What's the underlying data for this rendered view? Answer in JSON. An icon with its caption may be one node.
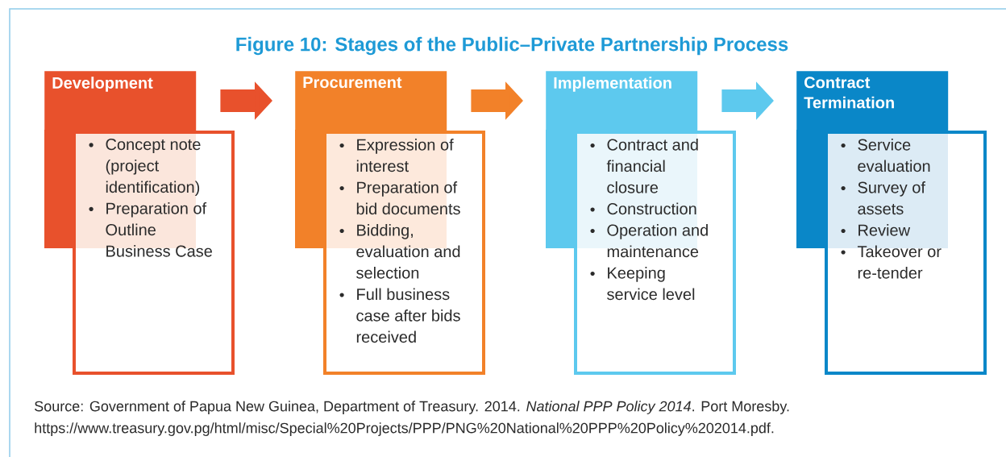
{
  "diagram": {
    "title": "Figure 10: Stages of the Public–Private Partnership Process",
    "caption": "Source: Government of Papua New Guinea, Department of Treasury. 2014. *National PPP Policy 2014*. Port Moresby. https://www.treasury.gov.pg/html/misc/Special%20Projects/PPP/PNG%20National%20PPP%20Policy%202014.pdf.",
    "nodes": [
      {
        "text": [
          "Development"
        ]
      },
      {
        "text": [
          "Concept note (project identification)",
          "Preparation of Outline Business Case"
        ]
      },
      {
        "text": [
          "Procurement"
        ]
      },
      {
        "text": [
          "Expression of interest",
          "Preparation of bid documents",
          "Bidding, evaluation and selection",
          "Full business case after bids received"
        ]
      },
      {
        "text": [
          "Implementation"
        ]
      },
      {
        "text": [
          "Contract and financial closure",
          "Construction",
          "Operation and maintenance",
          "Keeping service level"
        ]
      },
      {
        "text": [
          "Contract Termination"
        ]
      },
      {
        "text": [
          "Service evaluation",
          "Survey of assets",
          "Review",
          "Takeover or re-tender"
        ]
      }
    ],
    "edges": [
      {
        "from": 0,
        "to": 2,
        "arrow": "to",
        "color": "#e8512c"
      },
      {
        "from": 2,
        "to": 4,
        "arrow": "to",
        "color": "#f28129"
      },
      {
        "from": 4,
        "to": 6,
        "arrow": "to",
        "color": "#5dc9ee"
      }
    ]
  }
}
